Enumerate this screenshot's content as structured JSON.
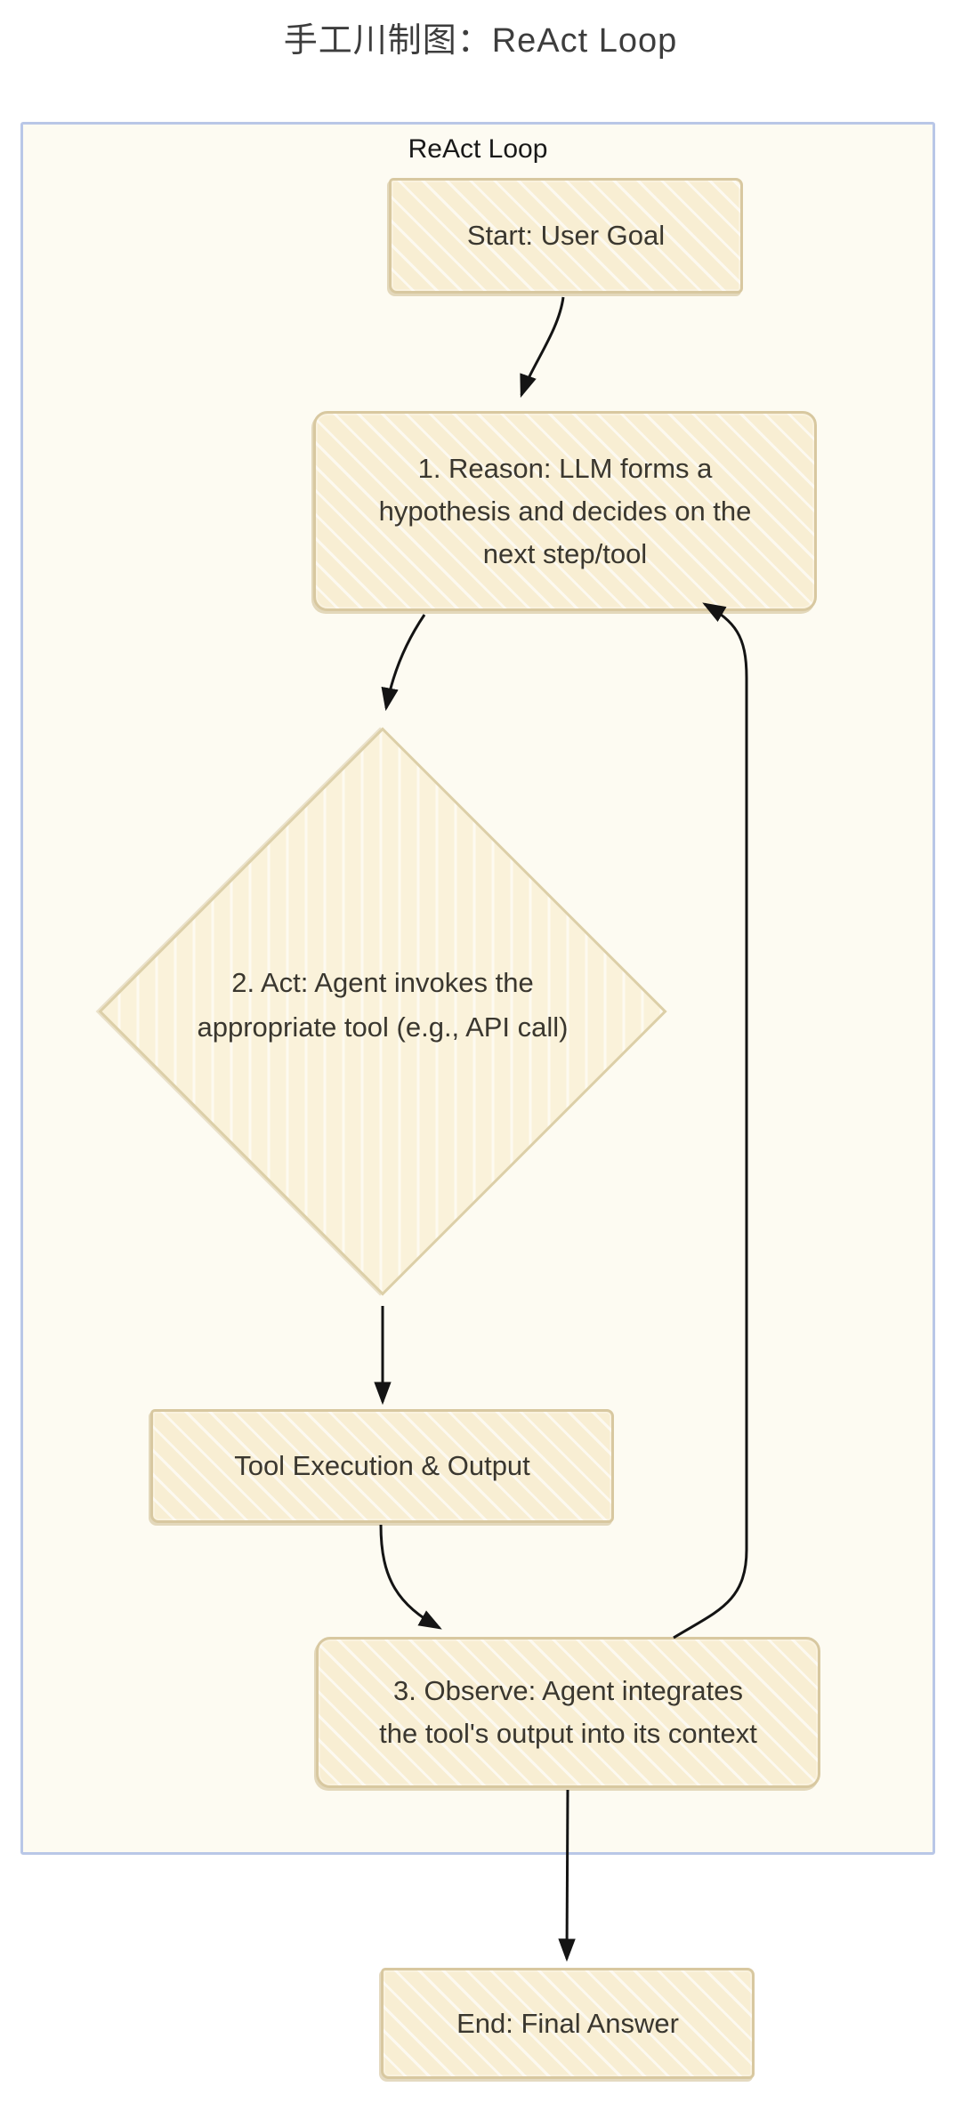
{
  "title": "手工川制图：ReAct Loop",
  "container": {
    "label": "ReAct Loop"
  },
  "colors": {
    "node_fill": "#f8eed3",
    "node_border": "#d8c8a0",
    "frame_border": "#b9c7e7",
    "frame_fill": "#fdfbf2",
    "arrow": "#141414",
    "text": "#3a372f"
  },
  "nodes": {
    "start": {
      "shape": "rectangle",
      "label": "Start: User Goal"
    },
    "reason": {
      "shape": "rounded-rectangle",
      "lines": [
        "1. Reason: LLM forms a",
        "hypothesis and decides on the",
        "next step/tool"
      ]
    },
    "act": {
      "shape": "diamond",
      "lines": [
        "2. Act: Agent invokes the",
        "appropriate tool (e.g., API call)"
      ]
    },
    "tool_execution": {
      "shape": "rectangle",
      "label": "Tool Execution & Output"
    },
    "observe": {
      "shape": "rounded-rectangle",
      "lines": [
        "3. Observe: Agent integrates",
        "the tool's output into its context"
      ]
    },
    "end": {
      "shape": "rectangle",
      "label": "End: Final Answer"
    }
  },
  "edges": [
    {
      "from": "start",
      "to": "reason"
    },
    {
      "from": "reason",
      "to": "act"
    },
    {
      "from": "act",
      "to": "tool_execution"
    },
    {
      "from": "tool_execution",
      "to": "observe"
    },
    {
      "from": "observe",
      "to": "reason"
    },
    {
      "from": "observe",
      "to": "end"
    }
  ]
}
